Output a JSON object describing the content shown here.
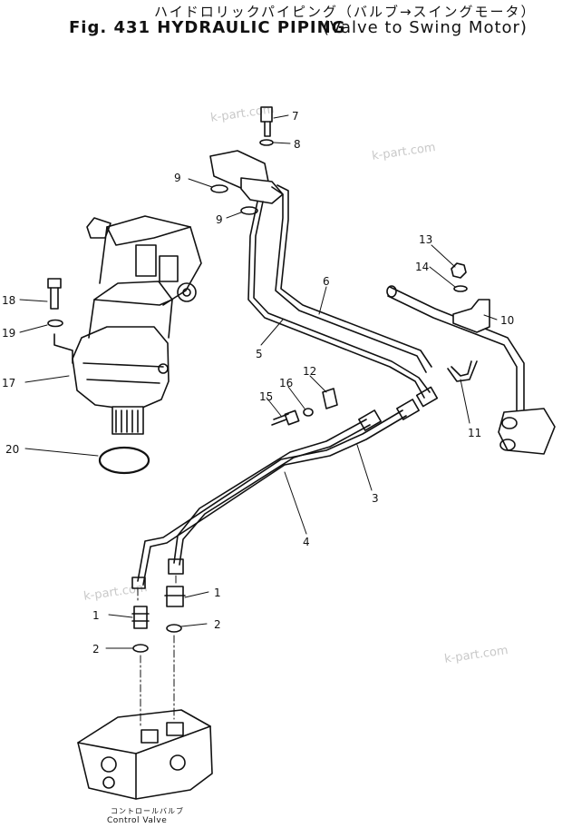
{
  "title": {
    "japanese": "ハイドロリックパイピング（バルブ→スイングモータ）",
    "english": "Fig. 431  HYDRAULIC PIPING",
    "sub": "(Valve to Swing Motor)"
  },
  "watermarks": [
    "k-part.com",
    "k-part.com",
    "k-part.com",
    "k-part.com"
  ],
  "control_valve_label": {
    "japanese": "コントロールバルブ",
    "english": "Control  Valve"
  },
  "parts": [
    {
      "num": "1"
    },
    {
      "num": "1"
    },
    {
      "num": "2"
    },
    {
      "num": "2"
    },
    {
      "num": "3"
    },
    {
      "num": "4"
    },
    {
      "num": "5"
    },
    {
      "num": "6"
    },
    {
      "num": "7"
    },
    {
      "num": "8"
    },
    {
      "num": "9"
    },
    {
      "num": "9"
    },
    {
      "num": "10"
    },
    {
      "num": "11"
    },
    {
      "num": "12"
    },
    {
      "num": "13"
    },
    {
      "num": "14"
    },
    {
      "num": "15"
    },
    {
      "num": "16"
    },
    {
      "num": "17"
    },
    {
      "num": "18"
    },
    {
      "num": "19"
    },
    {
      "num": "20"
    }
  ]
}
